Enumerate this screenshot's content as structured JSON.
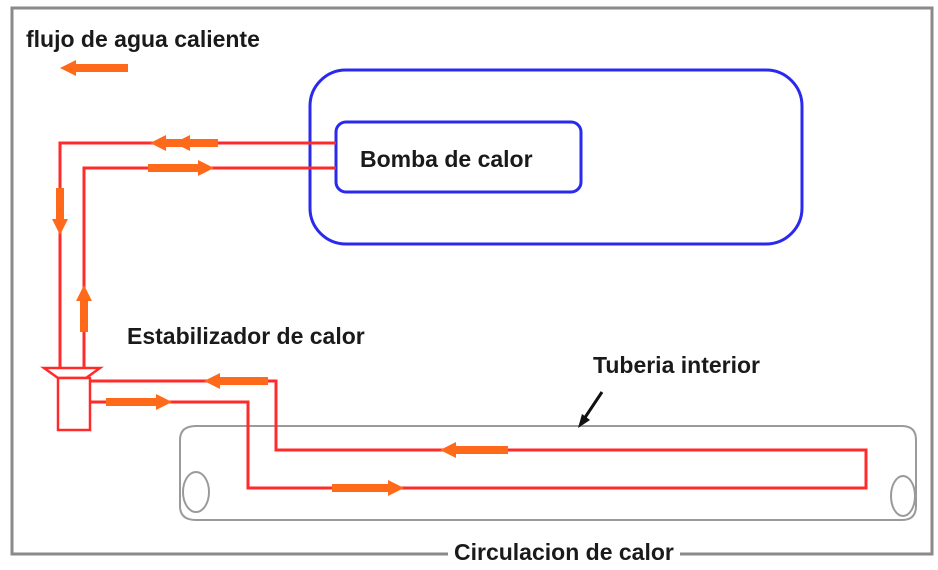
{
  "legend": {
    "label": "flujo de agua caliente",
    "arrow_icon": "left-arrow-icon"
  },
  "heat_pump": {
    "label": "Bomba de calor"
  },
  "stabilizer": {
    "label": "Estabilizador de calor"
  },
  "indoor_pipe": {
    "label": "Tuberia interior"
  },
  "circulation": {
    "label": "Circulacion de calor"
  },
  "colors": {
    "flow_line": "#ff2b2b",
    "flow_arrow": "#ff6a1a",
    "unit_outline": "#2a2aee",
    "frame": "#8a8a8a",
    "pipe": "#9a9a9a",
    "text": "#1a1a1a"
  }
}
